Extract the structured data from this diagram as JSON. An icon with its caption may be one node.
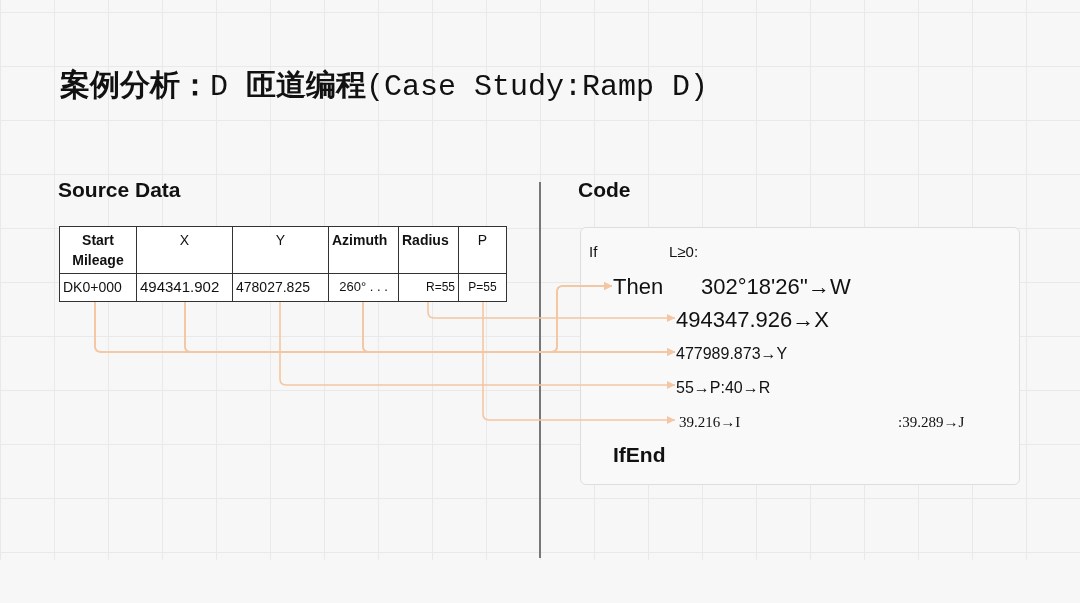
{
  "diagram": {
    "title": "**案例分析：**D **匝道编程**(Case Study:Ramp D)",
    "nodes": [
      {
        "text": [
          "Start Mileage"
        ]
      },
      {
        "text": [
          "X"
        ]
      },
      {
        "text": [
          "Y"
        ]
      },
      {
        "text": [
          "Azimuth"
        ]
      },
      {
        "text": [
          "Radius"
        ]
      },
      {
        "text": [
          "P"
        ]
      },
      {
        "text": [
          "DK0+000"
        ]
      },
      {
        "text": [
          "494341.902"
        ]
      },
      {
        "text": [
          "478027.825"
        ]
      },
      {
        "text": [
          "260° . . ."
        ]
      },
      {
        "text": [
          "R=55"
        ]
      },
      {
        "text": [
          "P=55"
        ]
      },
      {
        "text": [],
        "shape": "box"
      },
      {
        "text": [
          "If",
          "L≥0:"
        ],
        "in": 12
      },
      {
        "text": [
          "Then",
          "302°18'26''→W"
        ],
        "in": 12
      },
      {
        "text": [
          "494347.926→X"
        ],
        "in": 12
      },
      {
        "text": [
          "477989.873→Y"
        ],
        "in": 12
      },
      {
        "text": [
          "55→P:40→R"
        ],
        "in": 12
      },
      {
        "text": [
          "39.216→I",
          ":39.289→J"
        ],
        "in": 12
      },
      {
        "text": [
          "IfEnd"
        ],
        "in": 12
      }
    ],
    "edges": [
      {
        "from": 6,
        "to": 14,
        "arrow": "to"
      },
      {
        "from": 7,
        "to": 14,
        "arrow": "to"
      },
      {
        "from": 9,
        "to": 14,
        "arrow": "to"
      },
      {
        "from": 6,
        "to": 16,
        "arrow": "to"
      },
      {
        "from": 7,
        "to": 16,
        "arrow": "to"
      },
      {
        "from": 9,
        "to": 16,
        "arrow": "to"
      },
      {
        "from": 10,
        "to": 15,
        "arrow": "to"
      },
      {
        "from": 8,
        "to": 17,
        "arrow": "to"
      },
      {
        "from": 11,
        "to": 18,
        "arrow": "to"
      }
    ],
    "labels": [
      "Source Data",
      "Code"
    ]
  }
}
